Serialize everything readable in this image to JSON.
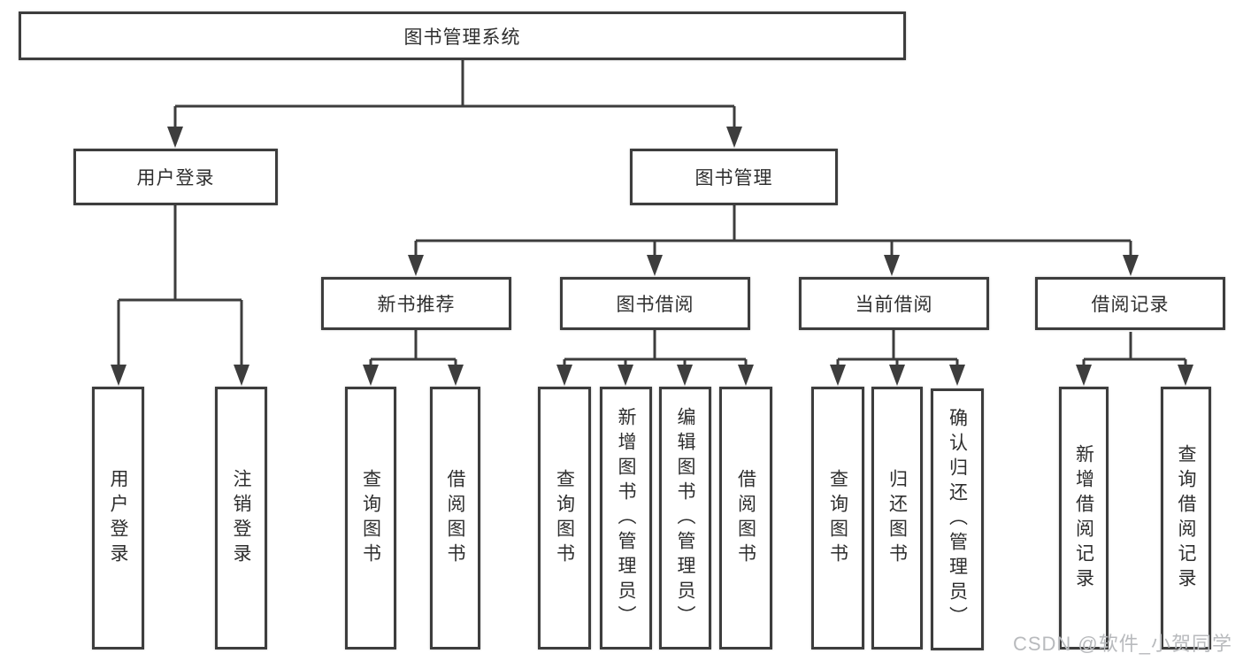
{
  "tree": {
    "label": "图书管理系统",
    "children": [
      {
        "label": "用户登录",
        "children": [
          {
            "label": "用户登录"
          },
          {
            "label": "注销登录"
          }
        ]
      },
      {
        "label": "图书管理",
        "children": [
          {
            "label": "新书推荐",
            "children": [
              {
                "label": "查询图书"
              },
              {
                "label": "借阅图书"
              }
            ]
          },
          {
            "label": "图书借阅",
            "children": [
              {
                "label": "查询图书"
              },
              {
                "label": "新增图书（管理员）"
              },
              {
                "label": "编辑图书（管理员）"
              },
              {
                "label": "借阅图书"
              }
            ]
          },
          {
            "label": "当前借阅",
            "children": [
              {
                "label": "查询图书"
              },
              {
                "label": "归还图书"
              },
              {
                "label": "确认归还（管理员）"
              }
            ]
          },
          {
            "label": "借阅记录",
            "children": [
              {
                "label": "新增借阅记录"
              },
              {
                "label": "查询借阅记录"
              }
            ]
          }
        ]
      }
    ]
  },
  "watermark": {
    "text": "CSDN @软件_小贺同学"
  },
  "colors": {
    "line": "#3d3d3d",
    "text": "#2e2e2e",
    "background": "#ffffff",
    "watermark": "#b8babd"
  }
}
